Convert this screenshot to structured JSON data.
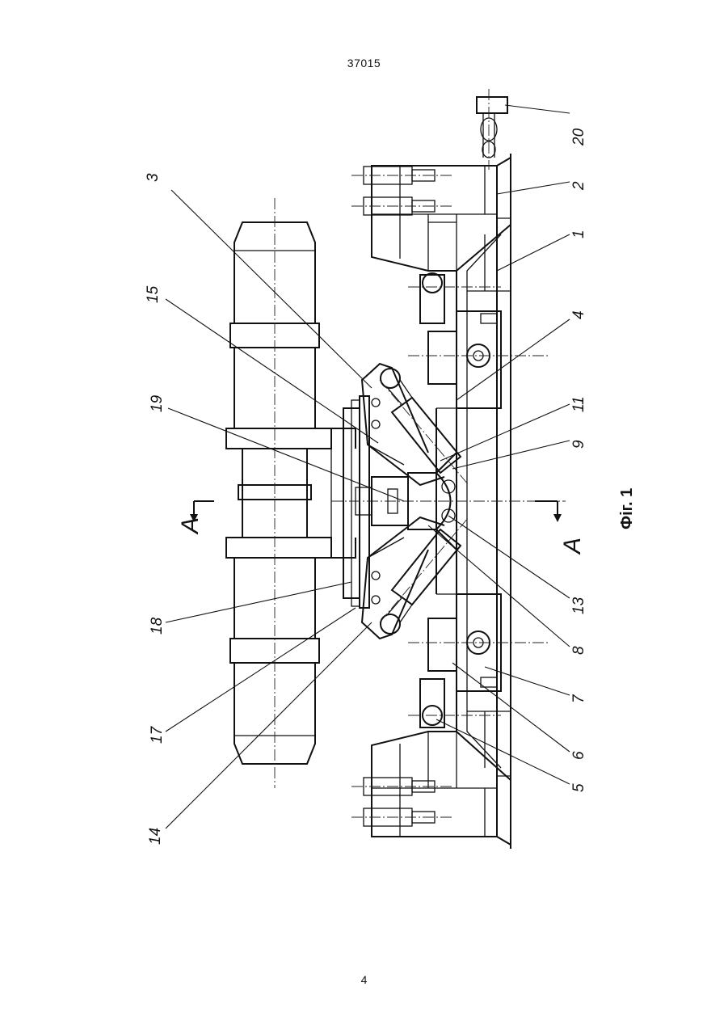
{
  "page": {
    "header": "37015",
    "page_number": "4"
  },
  "figure": {
    "caption": "Фіг. 1",
    "section_mark": "A",
    "callouts": [
      {
        "id": "c1",
        "text": "1"
      },
      {
        "id": "c2",
        "text": "2"
      },
      {
        "id": "c3",
        "text": "3"
      },
      {
        "id": "c4",
        "text": "4"
      },
      {
        "id": "c5",
        "text": "5"
      },
      {
        "id": "c6",
        "text": "6"
      },
      {
        "id": "c7",
        "text": "7"
      },
      {
        "id": "c8",
        "text": "8"
      },
      {
        "id": "c9",
        "text": "9"
      },
      {
        "id": "c11",
        "text": "11"
      },
      {
        "id": "c13",
        "text": "13"
      },
      {
        "id": "c14",
        "text": "14"
      },
      {
        "id": "c15",
        "text": "15"
      },
      {
        "id": "c17",
        "text": "17"
      },
      {
        "id": "c18",
        "text": "18"
      },
      {
        "id": "c19",
        "text": "19"
      },
      {
        "id": "c20",
        "text": "20"
      }
    ]
  }
}
